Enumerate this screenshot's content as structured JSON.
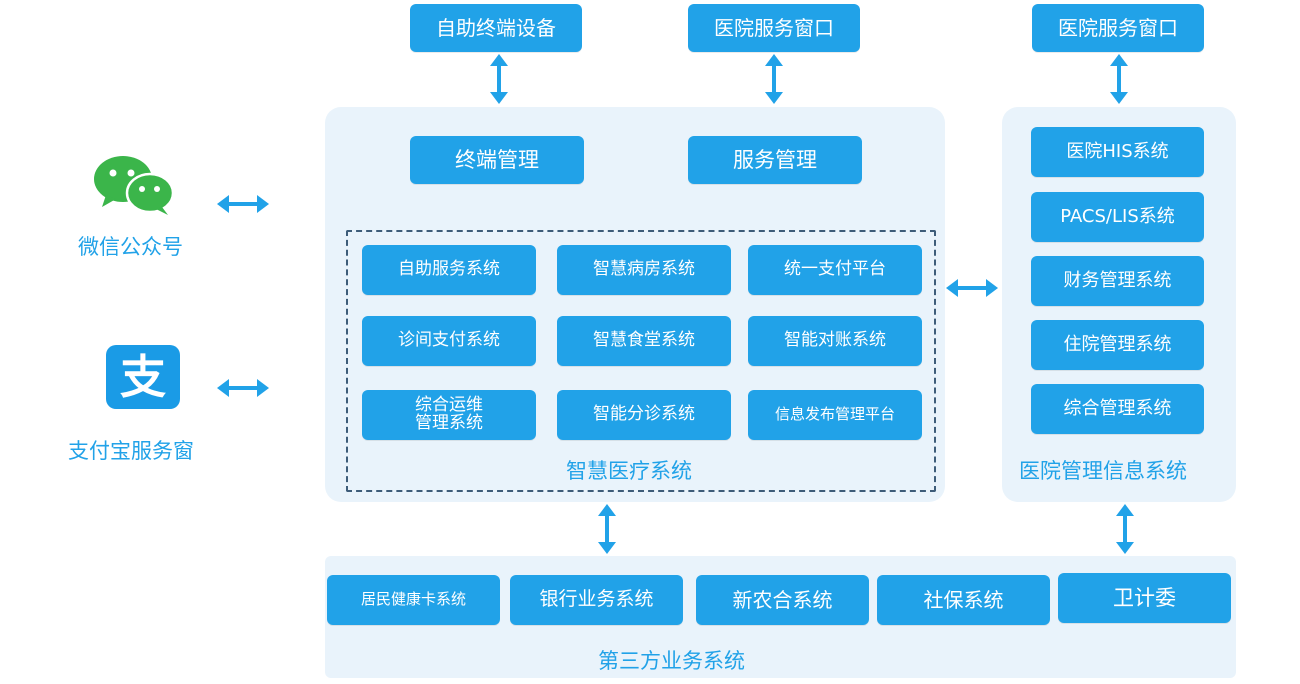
{
  "top_boxes": {
    "self_terminal": "自助终端设备",
    "hospital_window_1": "医院服务窗口",
    "hospital_window_2": "医院服务窗口"
  },
  "channels": {
    "wechat": "微信公众号",
    "alipay": "支付宝服务窗",
    "alipay_icon_glyph": "支"
  },
  "smart_medical": {
    "title": "智慧医疗系统",
    "terminal_mgmt": "终端管理",
    "service_mgmt": "服务管理",
    "modules": [
      "自助服务系统",
      "智慧病房系统",
      "统一支付平台",
      "诊间支付系统",
      "智慧食堂系统",
      "智能对账系统",
      "综合运维\n管理系统",
      "智能分诊系统",
      "信息发布管理平台"
    ]
  },
  "hmis": {
    "title": "医院管理信息系统",
    "items": [
      "医院HIS系统",
      "PACS/LIS系统",
      "财务管理系统",
      "住院管理系统",
      "综合管理系统"
    ]
  },
  "third_party": {
    "title": "第三方业务系统",
    "items": [
      "居民健康卡系统",
      "银行业务系统",
      "新农合系统",
      "社保系统",
      "卫计委"
    ]
  },
  "colors": {
    "box": "#21a2e8",
    "panel": "#e9f3fb",
    "label": "#21a2e8",
    "wechat": "#3bb54a",
    "alipay": "#1a9be6",
    "dashed": "#3d5c79"
  }
}
